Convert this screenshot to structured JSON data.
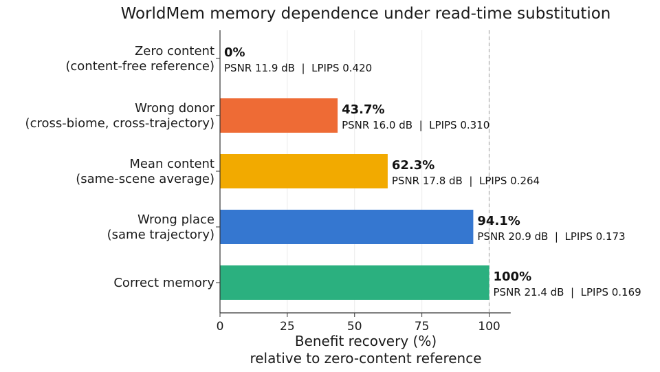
{
  "chart_data": {
    "type": "bar",
    "orientation": "horizontal",
    "title": "WorldMem memory dependence under read-time substitution",
    "xlabel_lines": [
      "Benefit recovery (%)",
      "relative to zero-content reference"
    ],
    "ylabel": "",
    "xlim": [
      0,
      108
    ],
    "xticks": [
      0,
      25,
      50,
      75,
      100
    ],
    "reference_line": 100,
    "grid": "vertical, light",
    "categories": [
      {
        "label_lines": [
          "Zero content",
          "(content-free reference)"
        ],
        "value": 0,
        "value_label": "0%",
        "metrics_label": "PSNR 11.9 dB  |  LPIPS 0.420",
        "color": "#cccccc"
      },
      {
        "label_lines": [
          "Wrong donor",
          "(cross-biome, cross-trajectory)"
        ],
        "value": 43.7,
        "value_label": "43.7%",
        "metrics_label": "PSNR 16.0 dB  |  LPIPS 0.310",
        "color": "#ee6b35"
      },
      {
        "label_lines": [
          "Mean content",
          "(same-scene average)"
        ],
        "value": 62.3,
        "value_label": "62.3%",
        "metrics_label": "PSNR 17.8 dB  |  LPIPS 0.264",
        "color": "#f2aa00"
      },
      {
        "label_lines": [
          "Wrong place",
          "(same trajectory)"
        ],
        "value": 94.1,
        "value_label": "94.1%",
        "metrics_label": "PSNR 20.9 dB  |  LPIPS 0.173",
        "color": "#3577d0"
      },
      {
        "label_lines": [
          "Correct memory"
        ],
        "value": 100,
        "value_label": "100%",
        "metrics_label": "PSNR 21.4 dB  |  LPIPS 0.169",
        "color": "#2bb07f"
      }
    ]
  }
}
